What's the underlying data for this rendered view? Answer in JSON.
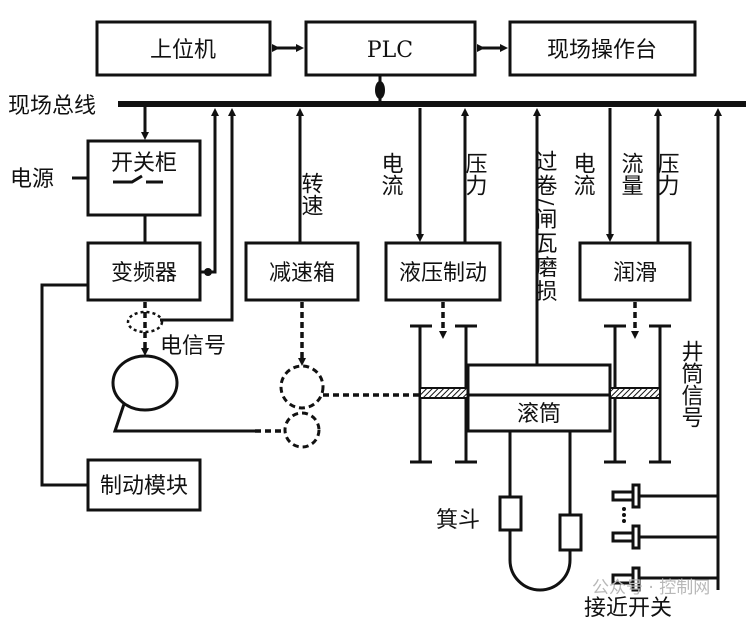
{
  "boxes": {
    "host": "上位机",
    "plc": "PLC",
    "console": "现场操作台",
    "switchgear": "开关柜",
    "inverter": "变频器",
    "gearbox": "减速箱",
    "hydraulic_brake": "液压制动",
    "lubrication": "润滑",
    "drum": "滚筒",
    "brake_module": "制动模块"
  },
  "labels": {
    "fieldbus": "现场总线",
    "power": "电源",
    "electric_signal": "电信号",
    "speed": "转速",
    "brake_current": "电流",
    "brake_pressure": "压力",
    "overwind": "过卷/闸瓦磨损",
    "lub_current": "电流",
    "lub_flow": "流量",
    "lub_pressure": "压力",
    "shaft_signal": "井筒信号",
    "skip": "箕斗",
    "proximity_switch": "接近开关"
  },
  "watermark": "公众号 · 控制网"
}
